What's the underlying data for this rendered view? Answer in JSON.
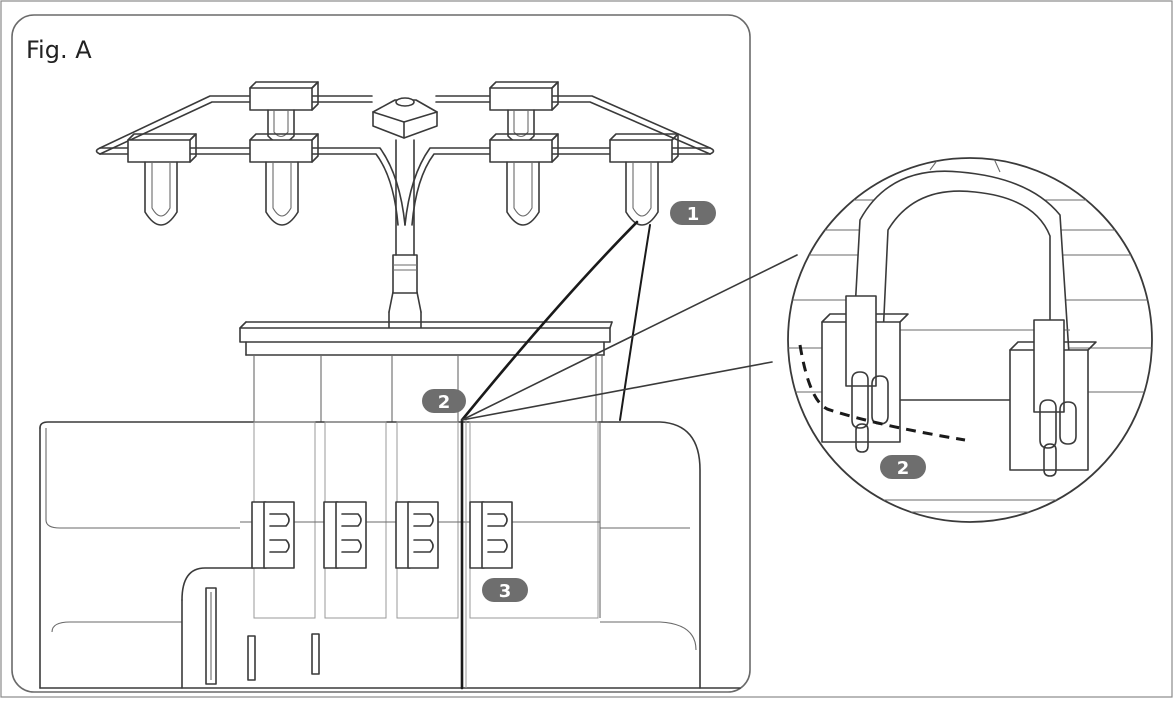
{
  "figure": {
    "title": "Fig. A",
    "callouts": [
      {
        "id": "1",
        "label": "1"
      },
      {
        "id": "2",
        "label": "2"
      },
      {
        "id": "3",
        "label": "3"
      },
      {
        "id": "2-zoom",
        "label": "2"
      }
    ]
  },
  "colors": {
    "line": "#3a3a3a",
    "thread": "#1a1a1a",
    "badge": "#6e6e6e",
    "border": "#8a8a8a"
  },
  "icons": {
    "thread-stand": "thread-stand-icon",
    "zoom-lens": "magnifier-icon"
  }
}
